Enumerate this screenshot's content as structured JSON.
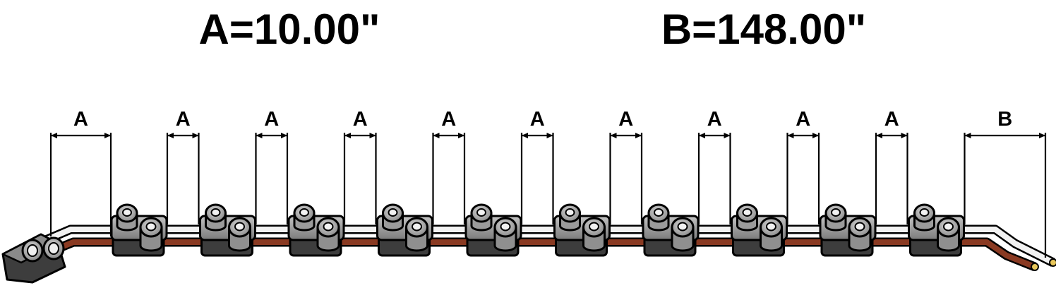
{
  "titles": {
    "a": "A=10.00\"",
    "b": "B=148.00\""
  },
  "dimensions": [
    {
      "label": "A"
    },
    {
      "label": "A"
    },
    {
      "label": "A"
    },
    {
      "label": "A"
    },
    {
      "label": "A"
    },
    {
      "label": "A"
    },
    {
      "label": "A"
    },
    {
      "label": "A"
    },
    {
      "label": "A"
    },
    {
      "label": "A"
    },
    {
      "label": "B"
    }
  ],
  "light_count": 10,
  "colors": {
    "wire_white": "#f2f2f2",
    "wire_brown": "#8a3a22",
    "housing": "#a6a6a6",
    "housing_dark": "#3d3d3d",
    "wire_tip": "#e8c65a"
  }
}
